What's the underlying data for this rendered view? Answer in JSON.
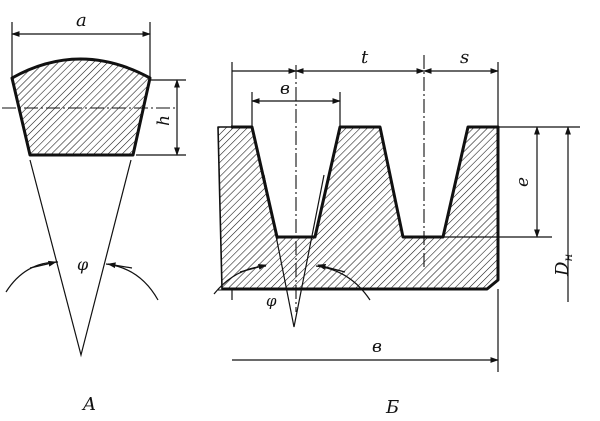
{
  "figure": {
    "view_a": {
      "caption": "A",
      "labels": {
        "width": "a",
        "height": "h",
        "angle": "φ"
      }
    },
    "view_b": {
      "caption": "Б",
      "labels": {
        "groove_width": "в",
        "pitch": "t",
        "edge_distance": "s",
        "groove_depth": "e",
        "angle": "φ",
        "outer_diameter": "D",
        "outer_diameter_sub": "н",
        "total_width": "в"
      }
    }
  }
}
